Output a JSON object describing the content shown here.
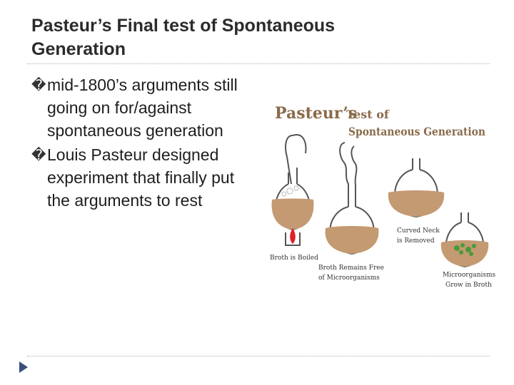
{
  "slide": {
    "title": "Pasteur’s Final test of Spontaneous Generation",
    "bullets": [
      {
        "marker": "�",
        "text": "mid-1800’s arguments still going on for/against spontaneous generation"
      },
      {
        "marker": "�",
        "text": " Louis Pasteur designed experiment that finally put the arguments to rest"
      }
    ]
  },
  "figure": {
    "heading_word1": "Pasteur’s",
    "heading_word2": "Test of",
    "heading_line2": "Spontaneous Generation",
    "labels": {
      "boiled": "Broth is Boiled",
      "remains_free_1": "Broth Remains Free",
      "remains_free_2": "of Microorganisms",
      "neck_removed_1": "Curved Neck",
      "neck_removed_2": "is Removed",
      "grow_1": "Microorganisms",
      "grow_2": "Grow in Broth"
    },
    "colors": {
      "heading": "#8a6a4a",
      "broth": "#c49a72",
      "flame": "#e0202a",
      "microbes": "#4a9a3a",
      "glass": "#555555"
    }
  }
}
